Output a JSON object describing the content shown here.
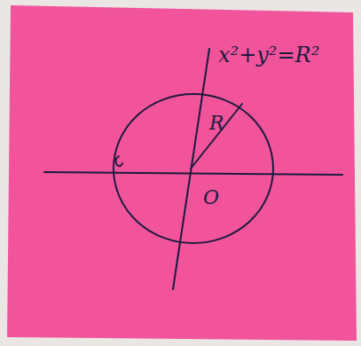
{
  "diagram": {
    "labels": [
      "x²+y²=R²",
      "R",
      "O"
    ]
  }
}
